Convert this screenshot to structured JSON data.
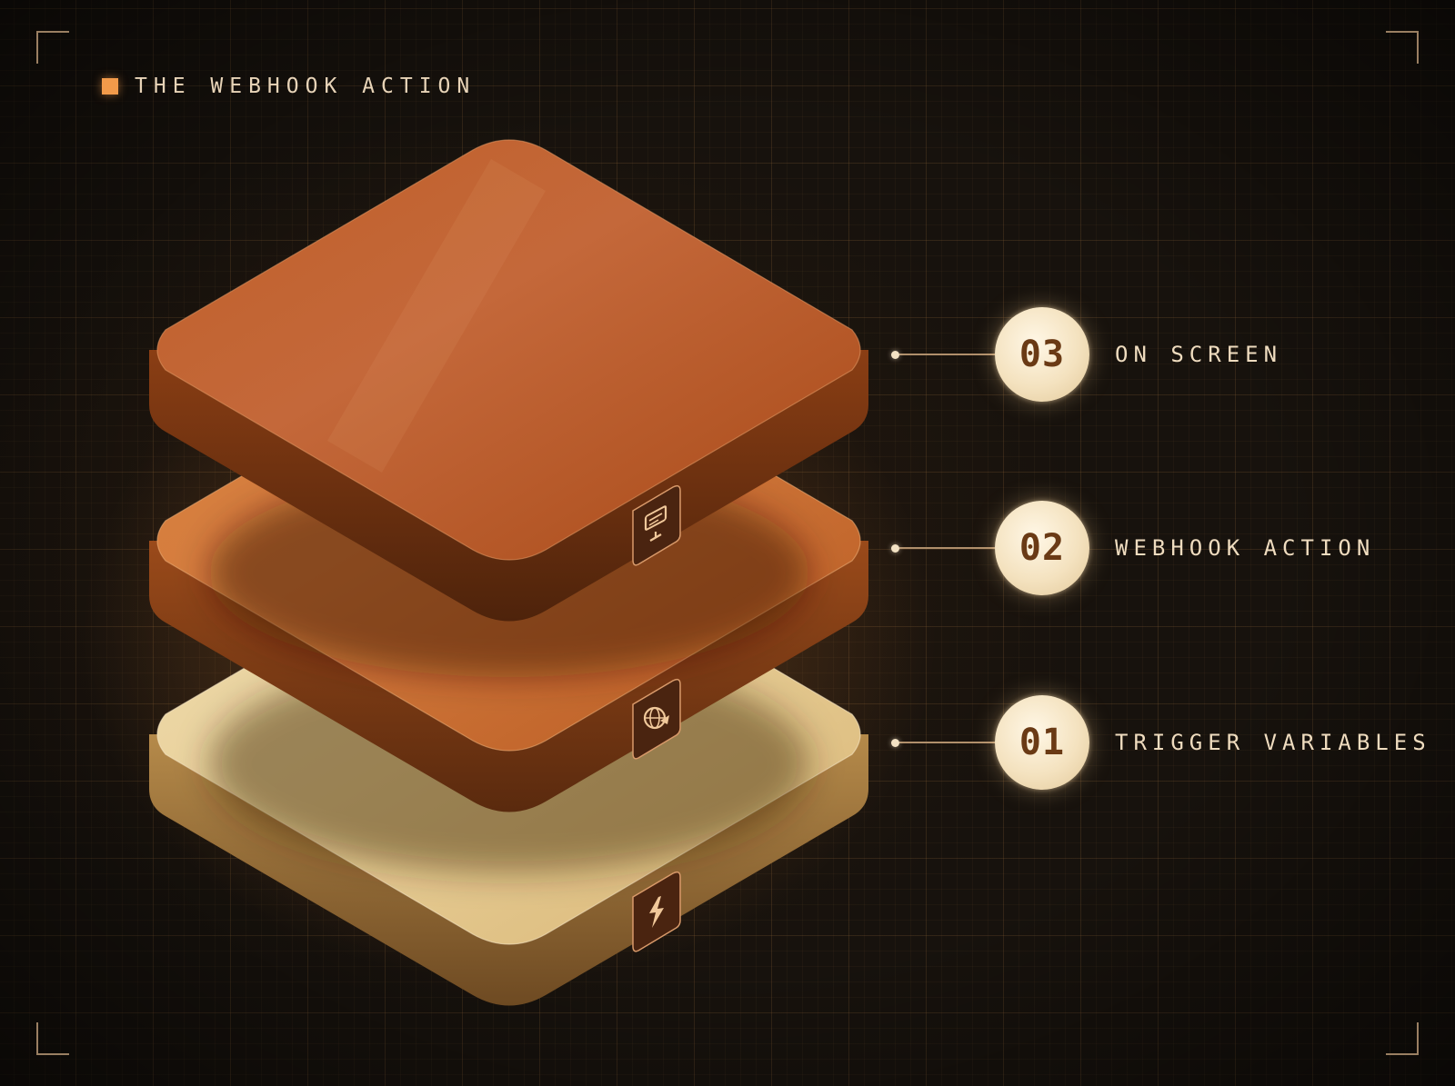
{
  "title": "THE WEBHOOK ACTION",
  "colors": {
    "accent": "#f29a4a",
    "layer_top": "#c0622a",
    "layer_mid": "#d1783a",
    "layer_base": "#e6cc95",
    "badge": "#f4e2bf",
    "badge_text": "#6a3a15",
    "label_text": "#efdcbf"
  },
  "layers": [
    {
      "number": "03",
      "label": "ON SCREEN",
      "icon": "monitor-icon"
    },
    {
      "number": "02",
      "label": "WEBHOOK ACTION",
      "icon": "globe-arrow-icon"
    },
    {
      "number": "01",
      "label": "TRIGGER VARIABLES",
      "icon": "lightning-icon"
    }
  ]
}
